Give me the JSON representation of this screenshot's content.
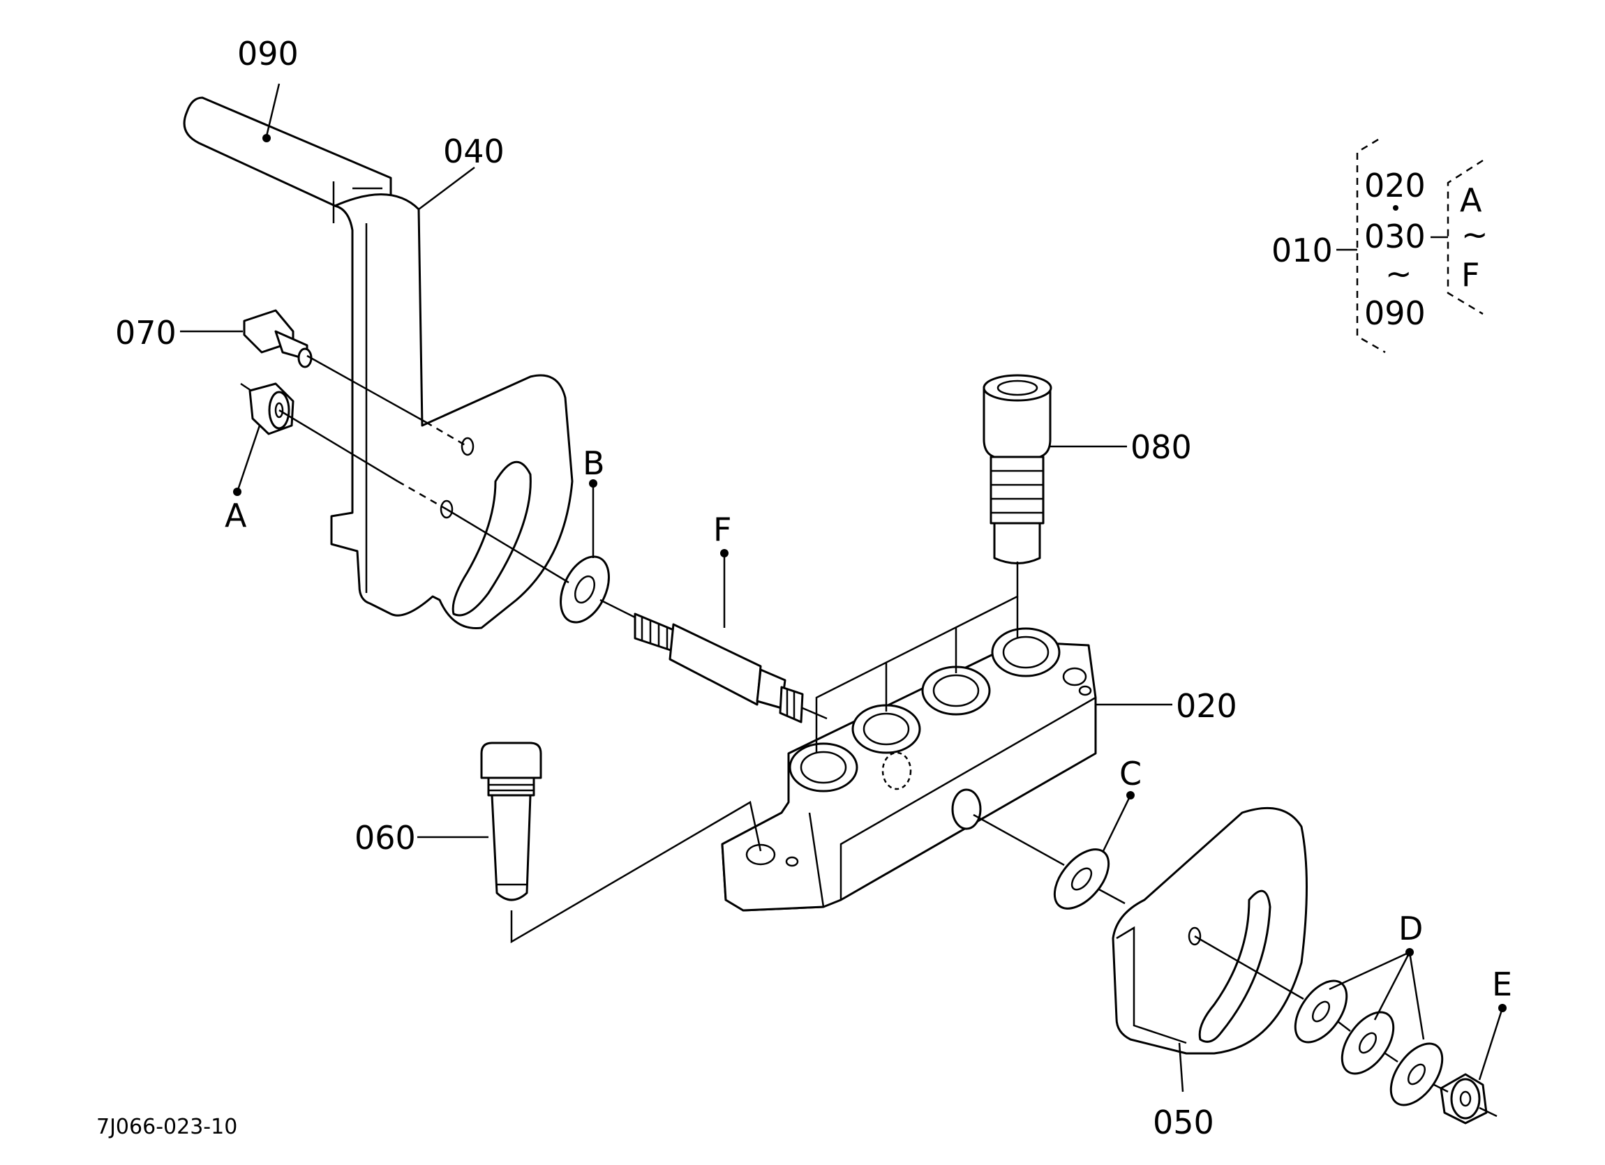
{
  "labels": {
    "p090": "090",
    "p040": "040",
    "p070": "070",
    "A": "A",
    "B": "B",
    "F": "F",
    "p080": "080",
    "p020": "020",
    "p060": "060",
    "C": "C",
    "D": "D",
    "E": "E",
    "p050": "050"
  },
  "legend": {
    "p010": "010",
    "p020": "020",
    "p030": "030",
    "tilde1": "~",
    "p090": "090",
    "A": "A",
    "tilde2": "~",
    "F": "F"
  },
  "drawing_code": "7J066-023-10"
}
